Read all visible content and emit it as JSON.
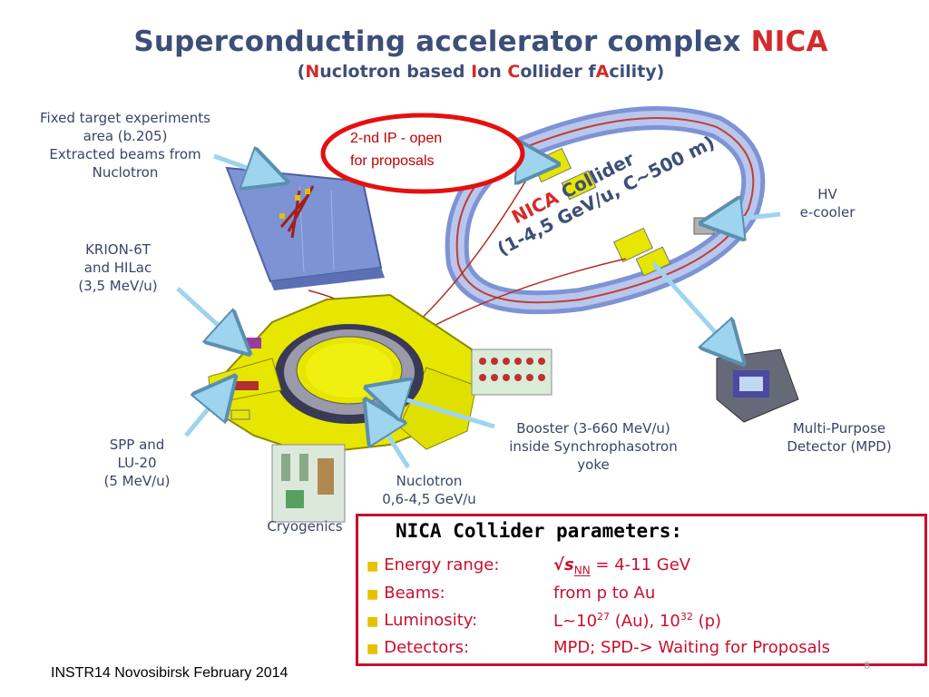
{
  "title": {
    "main_prefix": "Superconducting accelerator complex ",
    "main_highlight": "NICA",
    "sub_open": "(",
    "sub_n": "N",
    "sub_uclotron": "uclotron based ",
    "sub_i": "I",
    "sub_on": "on ",
    "sub_c": "C",
    "sub_ollider": "ollider f",
    "sub_a": "A",
    "sub_cility": "cility)"
  },
  "labels": {
    "fixed_target": [
      "Fixed target experiments",
      "area (b.205)",
      "Extracted beams from",
      "Nuclotron"
    ],
    "krion": [
      "KRION-6T",
      "and HILac",
      "(3,5 MeV/u)"
    ],
    "spp": [
      "SPP and",
      "LU-20",
      "(5 MeV/u)"
    ],
    "cryogenics": "Cryogenics",
    "nuclotron": [
      "Nuclotron",
      "0,6-4,5 GeV/u"
    ],
    "booster": [
      "Booster (3-660 MeV/u)",
      "inside Synchrophasotron",
      "yoke"
    ],
    "mpd": [
      "Multi-Purpose",
      "Detector (MPD)"
    ],
    "hv": [
      "HV",
      "e-cooler"
    ],
    "second_ip": [
      "2-nd IP - open",
      "for proposals"
    ],
    "collider_line1_red": "NICA",
    "collider_line1": " Collider",
    "collider_line2": "(1-4,5 GeV/u, C~500 m)"
  },
  "params": {
    "title": "NICA Collider parameters:",
    "rows": [
      {
        "name": "Energy range:",
        "value_prefix": "√s",
        "value_sub": "NN",
        "value_rest": " = 4-11 GeV"
      },
      {
        "name": "Beams:",
        "value": "from p to Au"
      },
      {
        "name": "Luminosity:",
        "value_a": "L~10",
        "sup_a": "27",
        "value_b": " (Au), 10",
        "sup_b": "32",
        "value_c": " (p)"
      },
      {
        "name": "Detectors:",
        "value": "MPD; SPD-> Waiting for Proposals"
      }
    ]
  },
  "footer": "INSTR14 Novosibirsk February 2014",
  "page_number": "8",
  "colors": {
    "title_blue": "#3d4f78",
    "title_red": "#d42a2a",
    "box_red": "#c8102e",
    "yellow": "#e6e600",
    "ring_blue": "#8ea2d8",
    "arrow_cyan": "#9fd4ee"
  }
}
